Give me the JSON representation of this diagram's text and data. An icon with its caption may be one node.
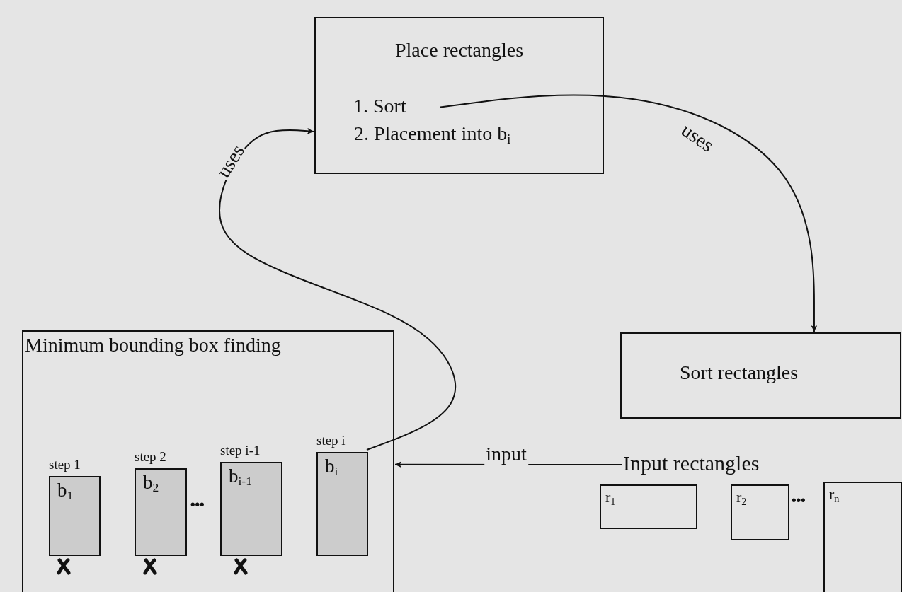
{
  "diagram": {
    "nodes": [
      {
        "text": [
          "Place rectangles",
          "2. Placement into b$_{i}$"
        ]
      },
      {
        "text": [
          "1. Sort"
        ],
        "in": 0
      },
      {
        "text": [
          "Sort rectangles"
        ]
      },
      {
        "text": [
          "Minimum bounding box finding"
        ]
      },
      {
        "text": [
          "b$_{1}$"
        ],
        "beside": [
          "step 1"
        ],
        "in": 3
      },
      {
        "text": [
          "b$_{2}$"
        ],
        "beside": [
          "step 2"
        ],
        "in": 3
      },
      {
        "text": [
          "b$_{i-1}$"
        ],
        "beside": [
          "step i-1"
        ],
        "in": 3
      },
      {
        "text": [
          "b$_{i}$"
        ],
        "beside": [
          "step i"
        ],
        "in": 3
      },
      {
        "text": [
          "Input rectangles"
        ]
      },
      {
        "text": [
          "r$_{1}$"
        ]
      },
      {
        "text": [
          "r$_{2}$"
        ]
      },
      {
        "text": [
          "r$_{n}$"
        ]
      }
    ],
    "edges": [
      {
        "from": 1,
        "to": 2,
        "arrow": "to",
        "label": "uses"
      },
      {
        "from": 7,
        "to": 0,
        "arrow": "to",
        "label": "uses"
      },
      {
        "from": 8,
        "to": 3,
        "arrow": "to",
        "label": "input"
      }
    ],
    "labels": [
      "...",
      "..."
    ]
  }
}
